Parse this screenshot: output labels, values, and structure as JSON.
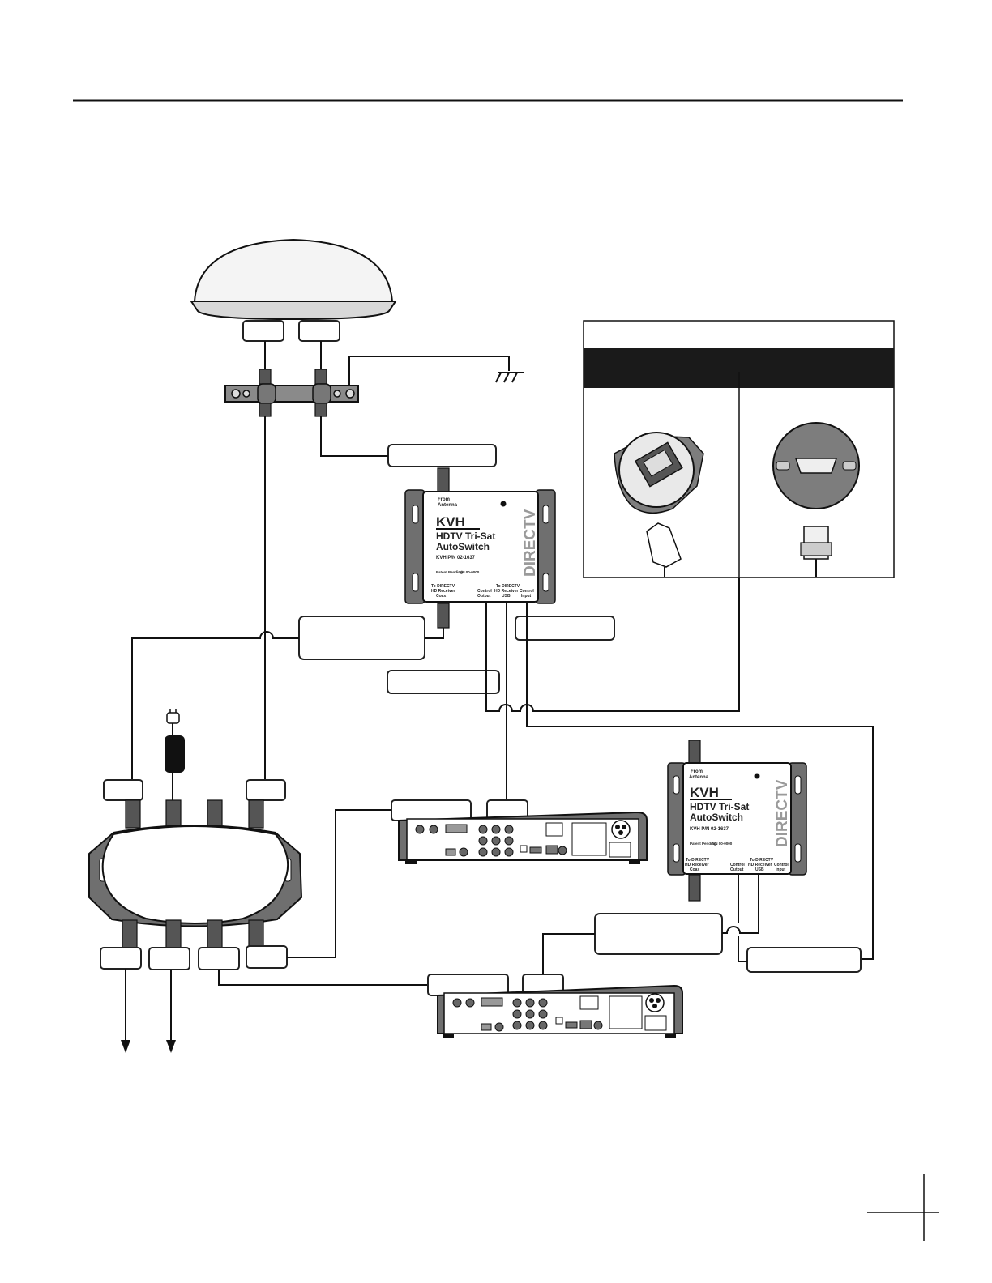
{
  "switch_top": {
    "brand": "KVH",
    "title_line1": "HDTV Tri-Sat",
    "title_line2": "AutoSwitch",
    "part_number": "KVH P/N 02-1637",
    "patent": "Patent Pending",
    "serial": "S/N 00-0000",
    "from_antenna": [
      "From",
      "Antenna"
    ],
    "port_receiver_coax": [
      "To DIRECTV",
      "HD Receiver",
      "Coax"
    ],
    "port_control_output": [
      "Control",
      "Output"
    ],
    "port_receiver_usb": [
      "To DIRECTV",
      "HD Receiver",
      "USB"
    ],
    "port_control_input": [
      "Control",
      "Input"
    ],
    "logo": "DIRECTV"
  },
  "switch_bottom": {
    "brand": "KVH",
    "title_line1": "HDTV Tri-Sat",
    "title_line2": "AutoSwitch",
    "part_number": "KVH P/N 02-1637",
    "patent": "Patent Pending",
    "serial": "S/N 00-0000",
    "from_antenna": [
      "From",
      "Antenna"
    ],
    "port_receiver_coax": [
      "To DIRECTV",
      "HD Receiver",
      "Coax"
    ],
    "port_control_output": [
      "Control",
      "Output"
    ],
    "port_receiver_usb": [
      "To DIRECTV",
      "HD Receiver",
      "USB"
    ],
    "port_control_input": [
      "Control",
      "Input"
    ],
    "logo": "DIRECTV"
  },
  "colors": {
    "ink": "#111111",
    "dark_band": "#1a1a1a",
    "radome": "#f4f4f4",
    "device_gray": "#6f6f6f",
    "directv_gray": "#9a9a9a"
  },
  "icons": [
    "antenna-dome-icon",
    "ground-symbol-icon",
    "plug-icon",
    "power-supply-icon",
    "rj11-port-icon",
    "db9-port-icon"
  ]
}
